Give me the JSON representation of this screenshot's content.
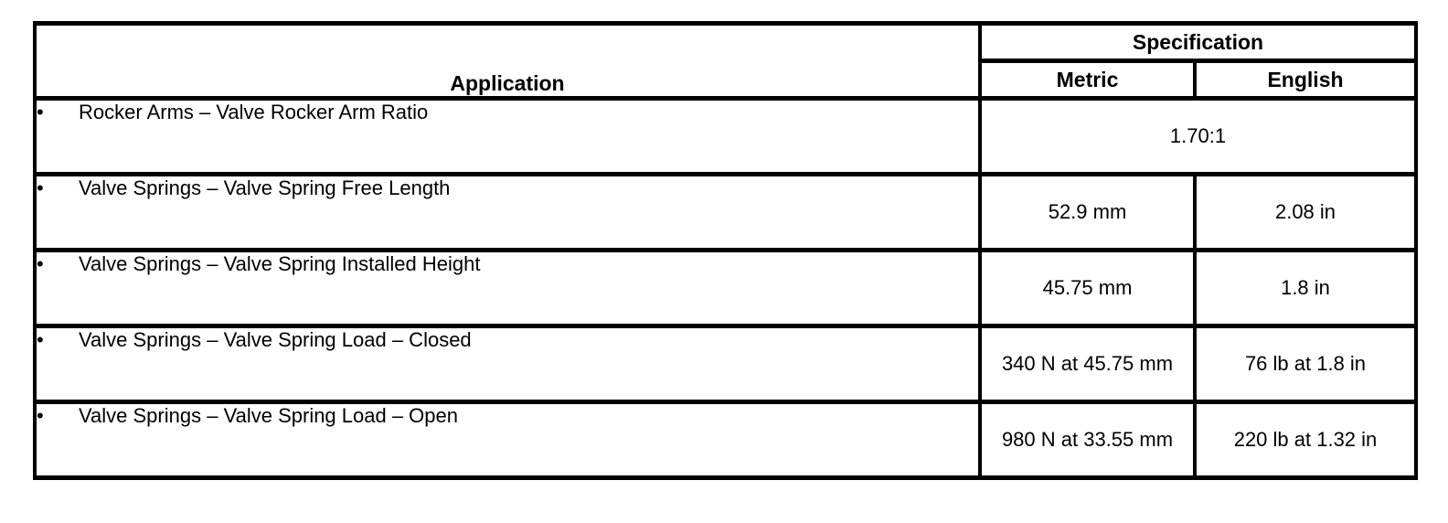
{
  "page": {
    "background_color": "#ffffff",
    "border_color": "#000000",
    "text_color": "#000000"
  },
  "table": {
    "bullet": "•",
    "headers": {
      "application": "Application",
      "specification": "Specification",
      "metric": "Metric",
      "english": "English"
    },
    "rows": [
      {
        "application": "Rocker Arms – Valve Rocker Arm Ratio",
        "spec": "1.70:1"
      },
      {
        "application": "Valve Springs – Valve Spring Free Length",
        "metric": "52.9 mm",
        "english": "2.08 in"
      },
      {
        "application": "Valve Springs – Valve Spring Installed Height",
        "metric": "45.75 mm",
        "english": "1.8 in"
      },
      {
        "application": "Valve Springs – Valve Spring Load – Closed",
        "metric": "340 N at 45.75 mm",
        "english": "76 lb at 1.8 in"
      },
      {
        "application": "Valve Springs – Valve Spring Load – Open",
        "metric": "980 N at 33.55 mm",
        "english": "220 lb at 1.32 in"
      }
    ]
  }
}
